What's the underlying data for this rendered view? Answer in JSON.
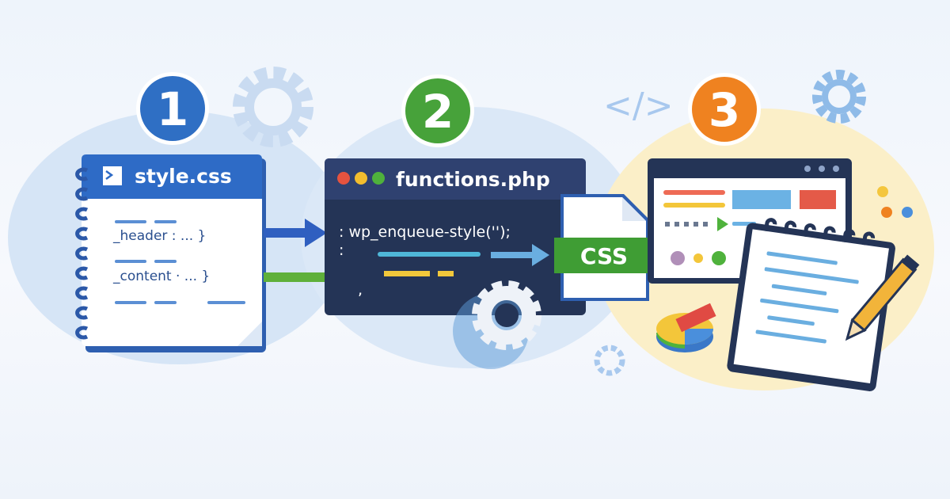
{
  "steps": [
    {
      "number": "1",
      "color": "#2f6fc4"
    },
    {
      "number": "2",
      "color": "#47a23a"
    },
    {
      "number": "3",
      "color": "#ef8220"
    }
  ],
  "style_card": {
    "title": "style.css",
    "lines": [
      "_header : ...  }",
      "_content · ...  }"
    ]
  },
  "functions_card": {
    "title": "functions.php",
    "code_line_1": ": wp_enqueue-style('');",
    "code_line_2": ":",
    "code_line_3": ","
  },
  "css_file": {
    "label": "CSS"
  },
  "code_icon": "</>",
  "icons": [
    "gear-icon",
    "code-icon",
    "notepad-icon",
    "pencil-icon",
    "browser-window-icon",
    "chart-icon",
    "terminal-icon"
  ]
}
